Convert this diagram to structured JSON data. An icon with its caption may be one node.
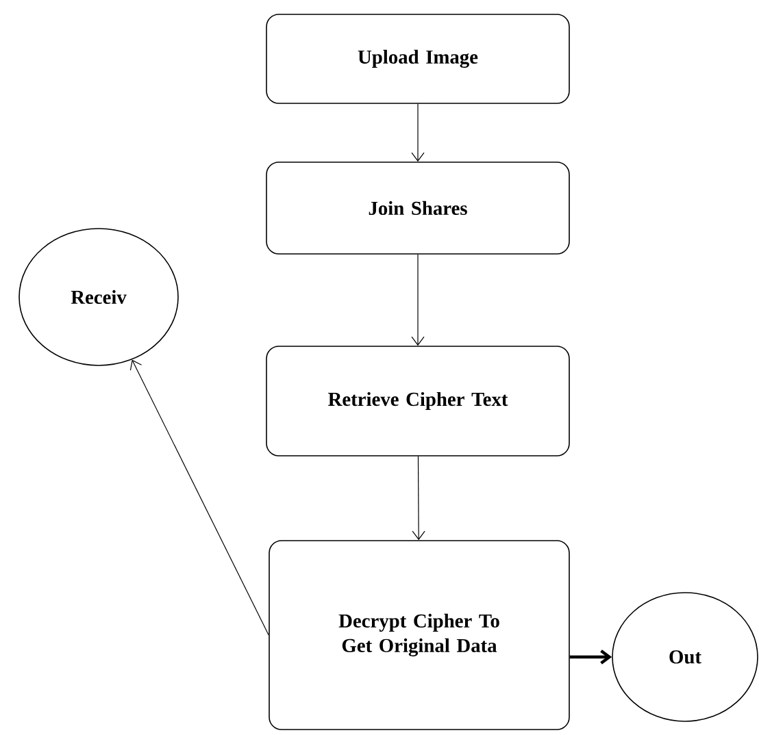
{
  "diagram": {
    "nodes": [
      {
        "text": [
          "Upload Image"
        ]
      },
      {
        "text": [
          "Join Shares"
        ]
      },
      {
        "text": [
          "Retrieve Cipher Text"
        ]
      },
      {
        "text": [
          "Decrypt Cipher To Get Original Data"
        ]
      },
      {
        "text": [
          "Receiv"
        ]
      },
      {
        "text": [
          "Out"
        ]
      }
    ],
    "edges": [
      {
        "from": 0,
        "to": 1,
        "arrow": "to"
      },
      {
        "from": 1,
        "to": 2,
        "arrow": "to"
      },
      {
        "from": 2,
        "to": 3,
        "arrow": "to"
      },
      {
        "from": 3,
        "to": 4,
        "arrow": "to"
      },
      {
        "from": 3,
        "to": 5,
        "arrow": "to",
        "style": "thick"
      }
    ]
  }
}
